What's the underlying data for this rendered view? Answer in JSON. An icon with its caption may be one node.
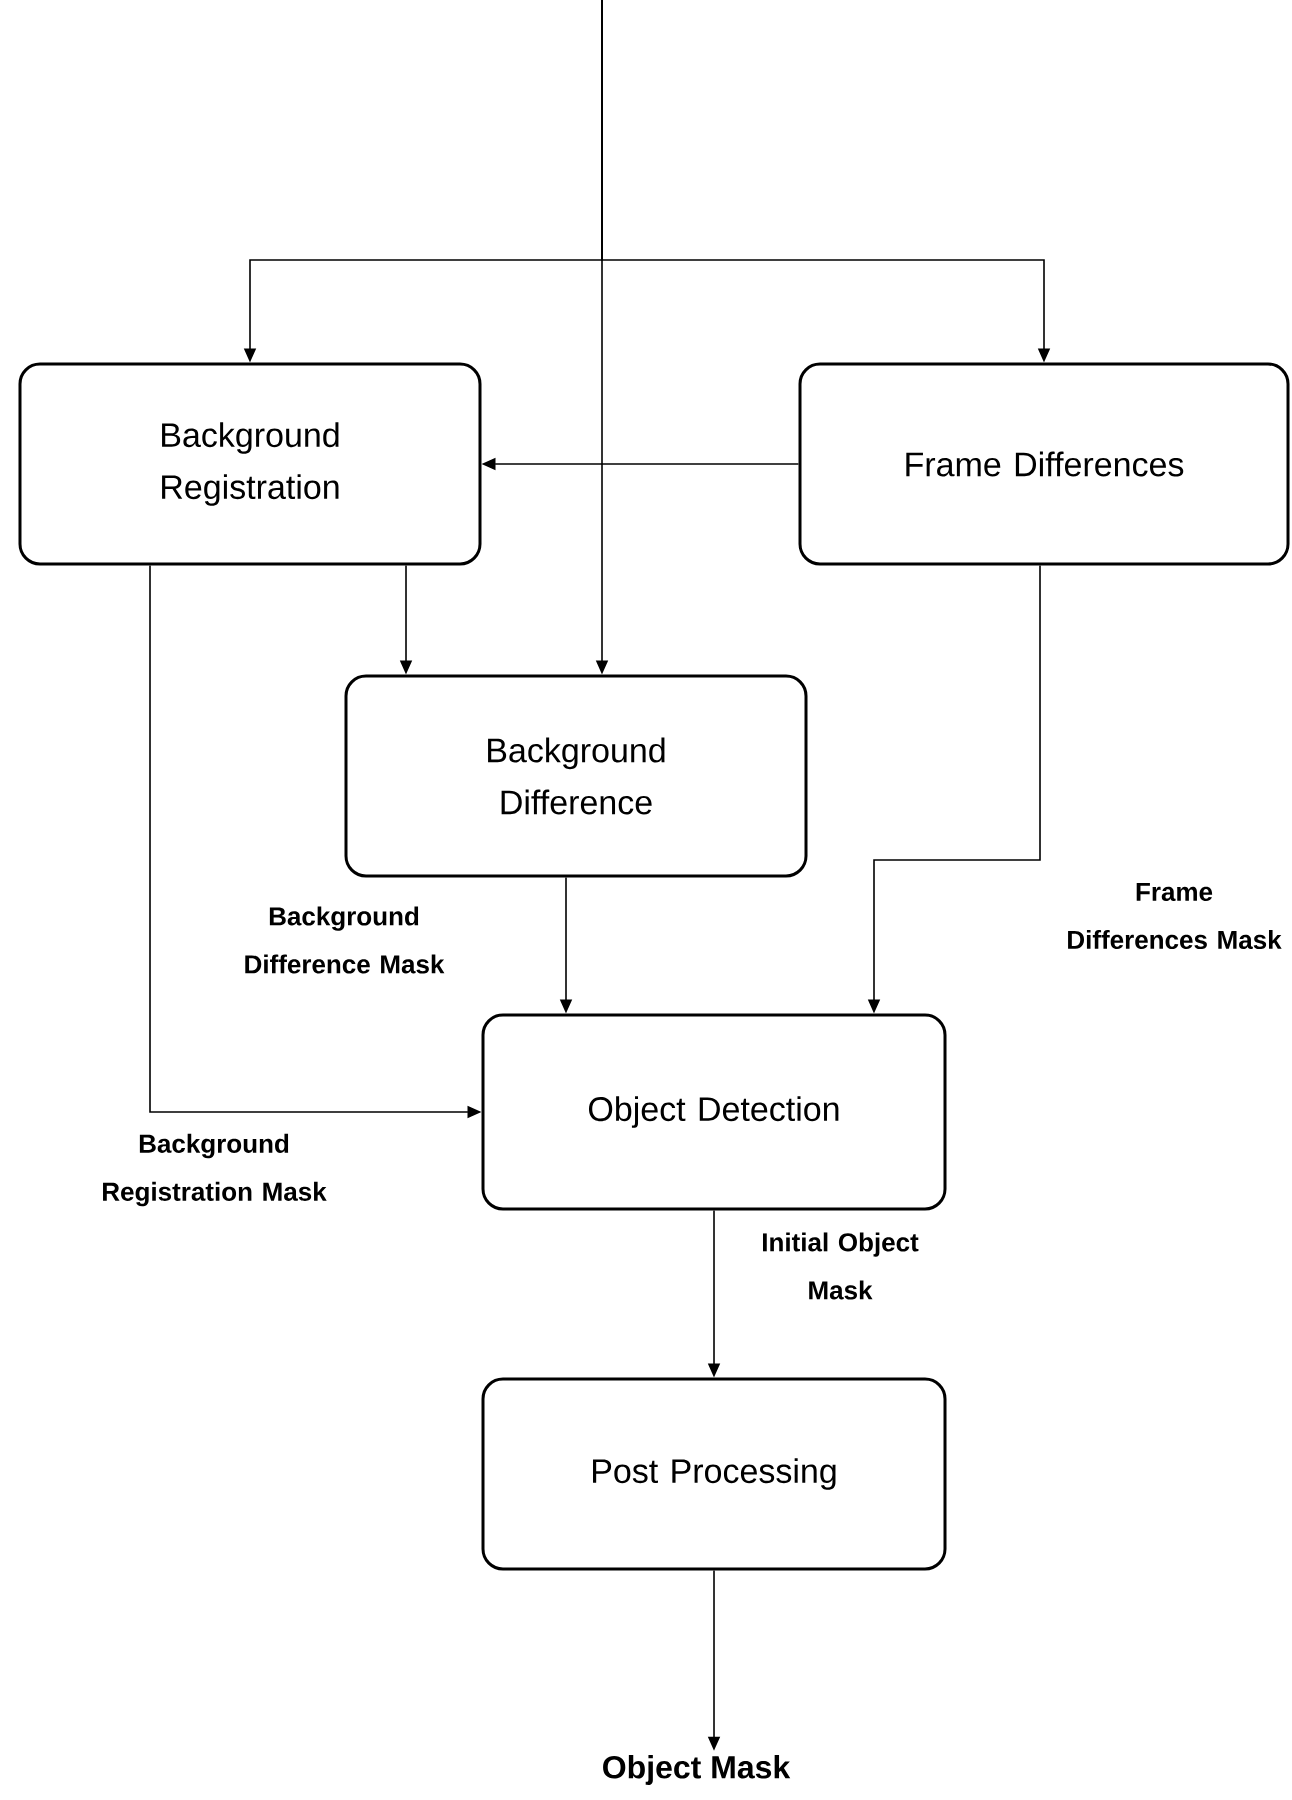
{
  "diagram": {
    "nodes": [
      {
        "text": [
          "Background Registration"
        ]
      },
      {
        "text": [
          "Frame Differences"
        ]
      },
      {
        "text": [
          "Background Difference"
        ]
      },
      {
        "text": [
          "Object Detection"
        ]
      },
      {
        "text": [
          "Post Processing"
        ]
      },
      {
        "text": [
          "Object Mask"
        ]
      }
    ],
    "edges": [
      {
        "from": null,
        "to": 0,
        "arrow": "to"
      },
      {
        "from": null,
        "to": 1,
        "arrow": "to"
      },
      {
        "from": null,
        "to": 2,
        "arrow": "to"
      },
      {
        "from": 1,
        "to": 0,
        "arrow": "to"
      },
      {
        "from": 0,
        "to": 2,
        "arrow": "to"
      },
      {
        "from": 1,
        "to": 3,
        "arrow": "to",
        "label": "Frame Differences Mask"
      },
      {
        "from": 2,
        "to": 3,
        "arrow": "to",
        "label": "Background Difference Mask"
      },
      {
        "from": 0,
        "to": 3,
        "arrow": "to",
        "label": "Background Registration Mask"
      },
      {
        "from": 3,
        "to": 4,
        "arrow": "to",
        "label": "Initial Object Mask"
      },
      {
        "from": 4,
        "to": 5,
        "arrow": "to"
      }
    ]
  }
}
